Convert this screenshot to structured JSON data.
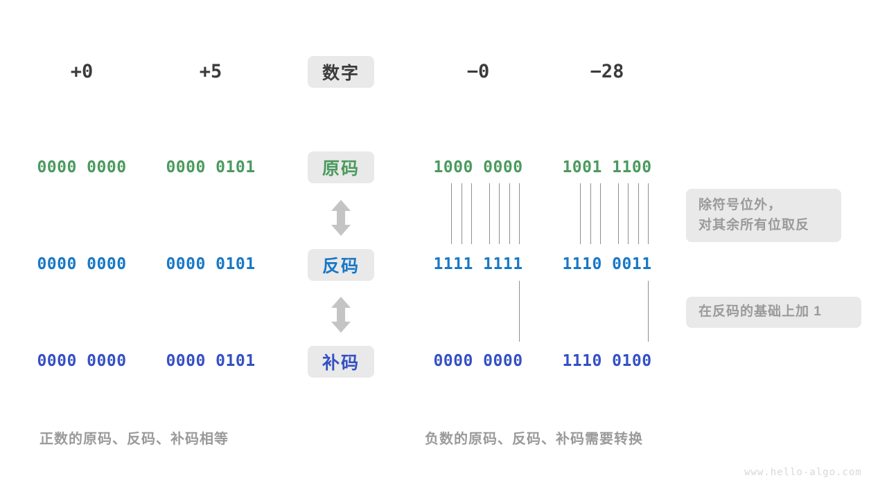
{
  "palette": {
    "text_dark": "#3b3b3b",
    "green": "#4a9a5e",
    "blue": "#1878c6",
    "navy": "#3450c4",
    "chip_bg": "#e9e9e9",
    "muted": "#9a9a9a",
    "line": "#8e8e8e",
    "watermark": "#d8d8d8",
    "background": "#ffffff"
  },
  "header": {
    "row_label": "数字",
    "columns": [
      {
        "label": "+0"
      },
      {
        "label": "+5"
      },
      {
        "label": "−0"
      },
      {
        "label": "−28"
      }
    ]
  },
  "rows": [
    {
      "label": "原码",
      "color_key": "green",
      "values": {
        "pos_zero": "0000 0000",
        "pos_five": "0000 0101",
        "neg_zero": "1000 0000",
        "neg_twentyeight": "1001 1100"
      }
    },
    {
      "label": "反码",
      "color_key": "blue",
      "values": {
        "pos_zero": "0000 0000",
        "pos_five": "0000 0101",
        "neg_zero": "1111 1111",
        "neg_twentyeight": "1110 0011"
      }
    },
    {
      "label": "补码",
      "color_key": "navy",
      "values": {
        "pos_zero": "0000 0000",
        "pos_five": "0000 0101",
        "neg_zero": "0000 0000",
        "neg_twentyeight": "1110 0100"
      }
    }
  ],
  "arrows": [
    {
      "name": "arrow-yuanma-fanma",
      "glyph": "up-down-arrow"
    },
    {
      "name": "arrow-fanma-buma",
      "glyph": "up-down-arrow"
    }
  ],
  "notes": [
    {
      "id": "note-invert-bits",
      "lines": [
        "除符号位外，",
        "对其余所有位取反"
      ]
    },
    {
      "id": "note-add-one",
      "lines": [
        "在反码的基础上加  1"
      ]
    }
  ],
  "captions": {
    "left": "正数的原码、反码、补码相等",
    "right": "负数的原码、反码、补码需要转换"
  },
  "watermark": "www.hello-algo.com",
  "connectors": {
    "invert_group_note": "7 vertical lines per negative column linking 原码 bits 2-8 to 反码 bits 2-8",
    "addone_note": "1 vertical line per negative column linking the last bit of 反码 to 补码"
  }
}
